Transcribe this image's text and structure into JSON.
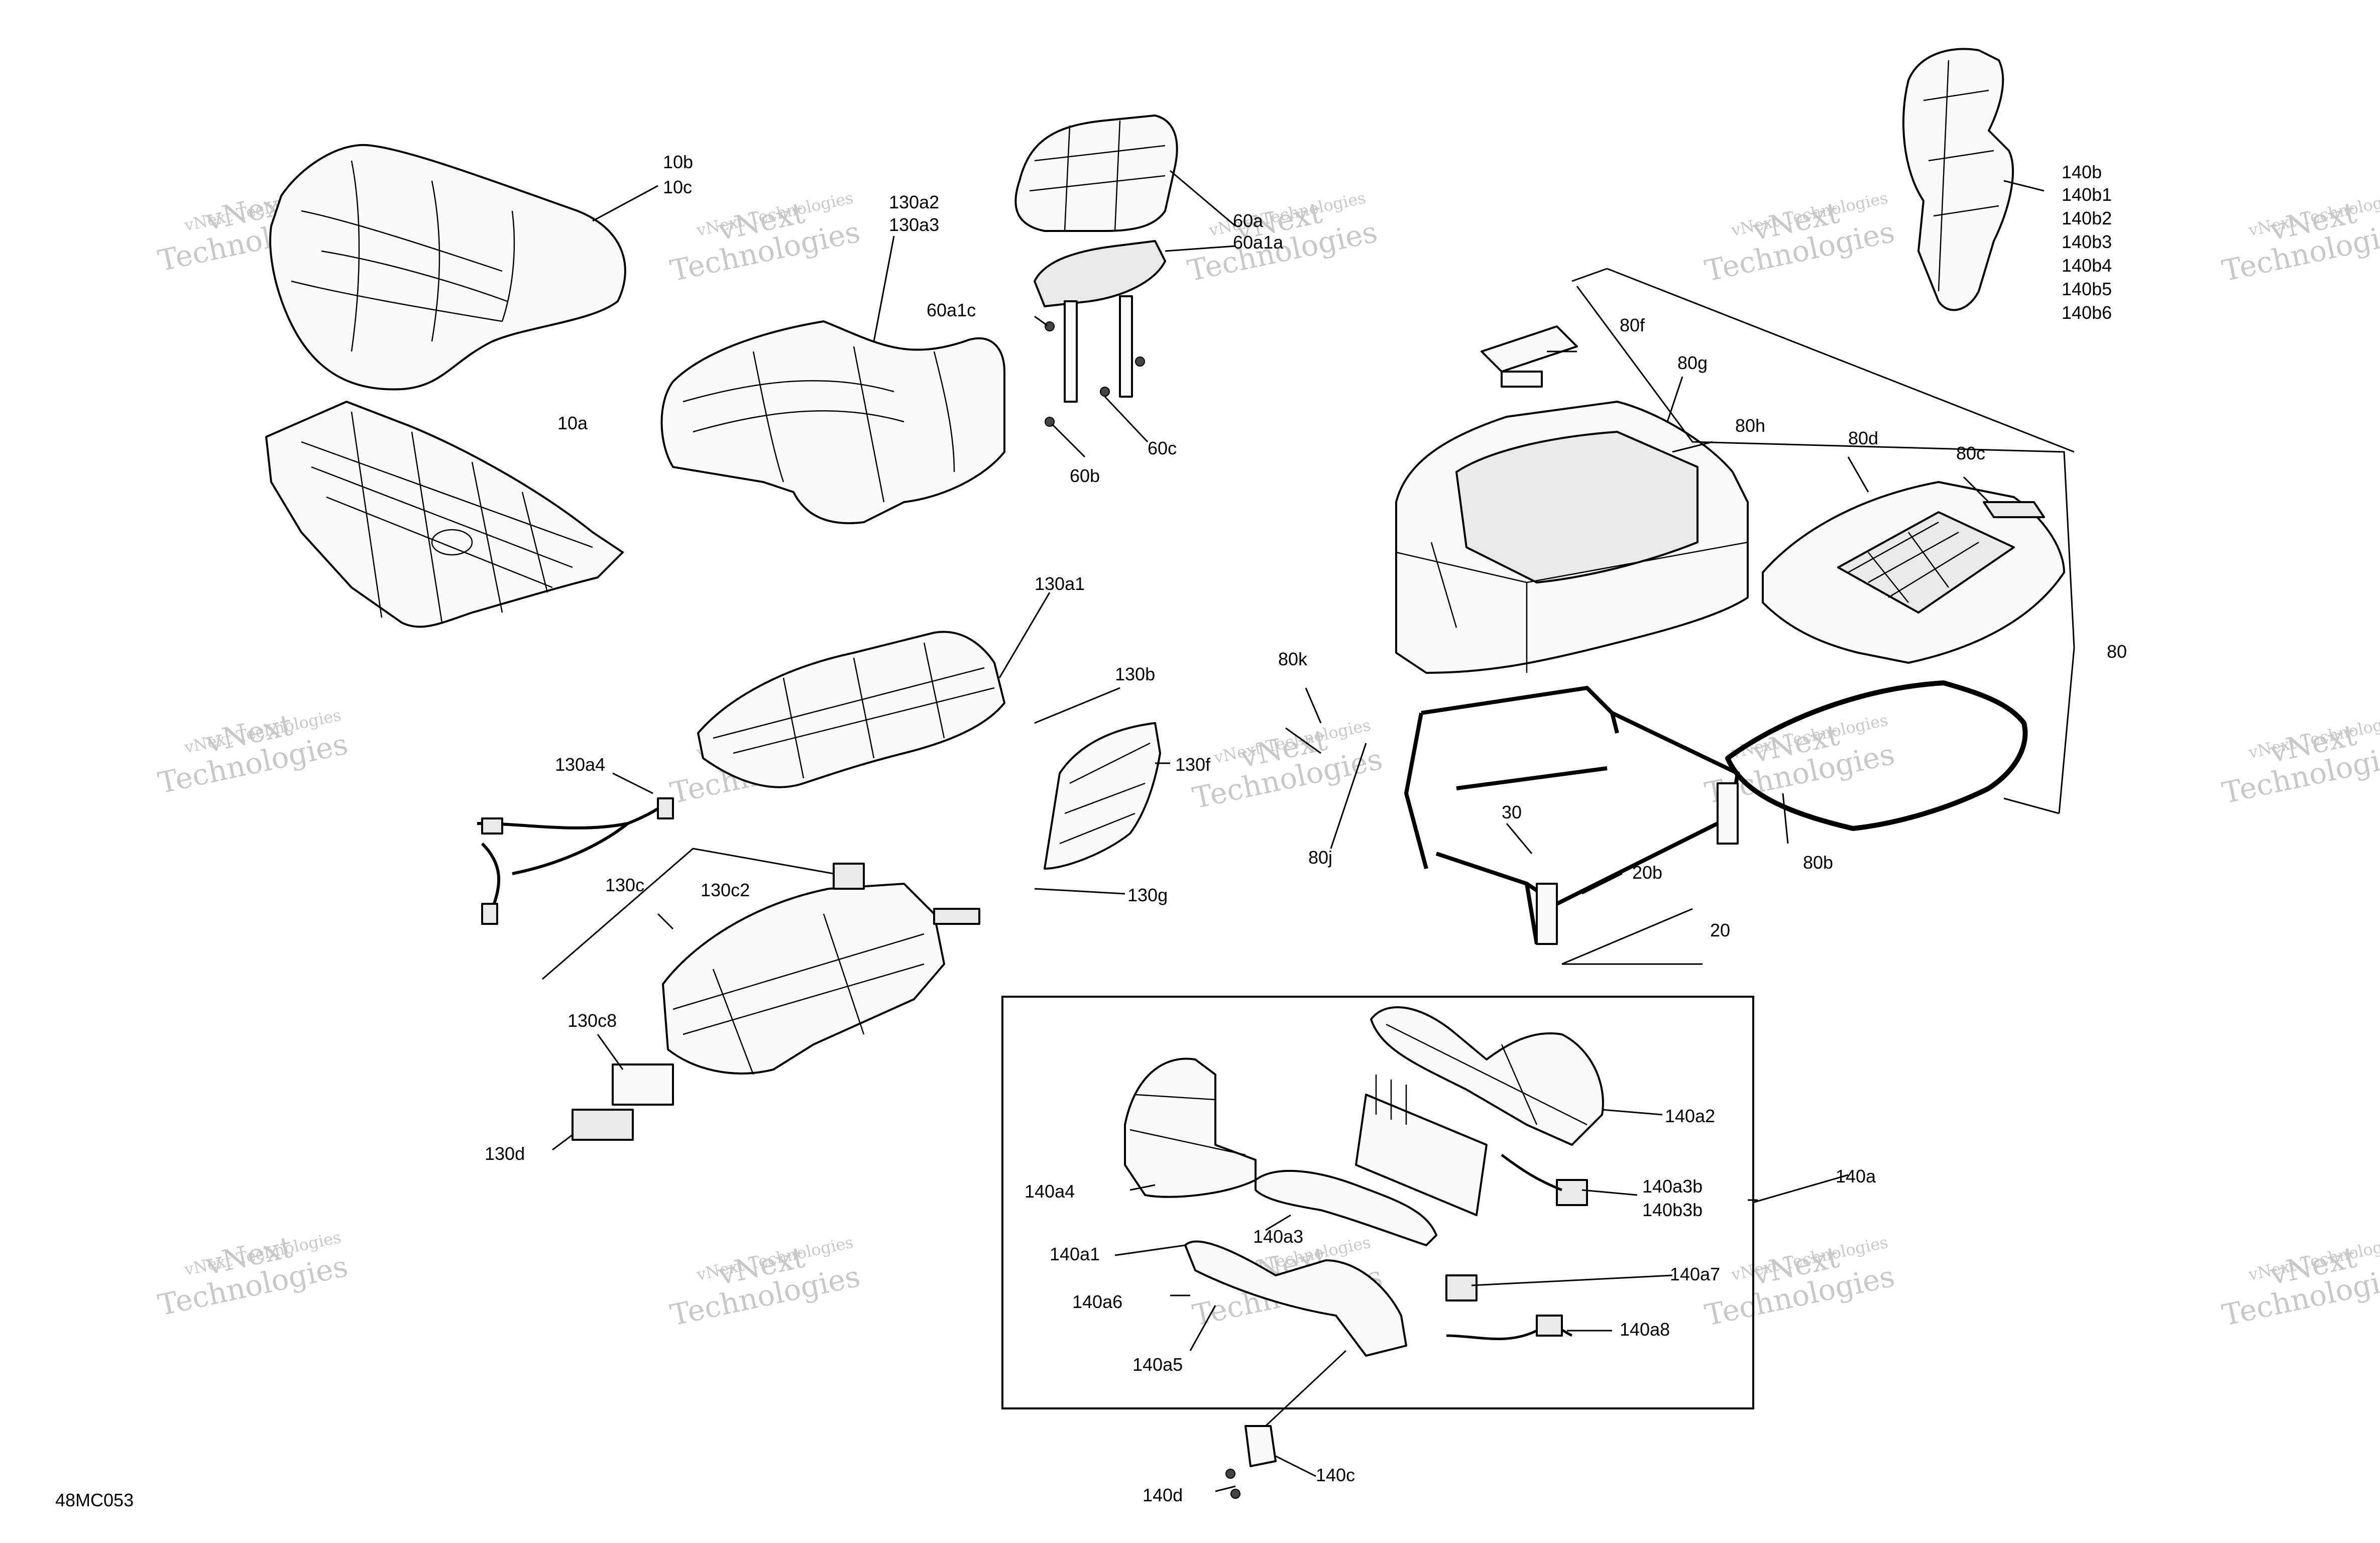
{
  "drawing_id": "48MC053",
  "watermark": {
    "line1": "vNext Technologies",
    "line2a": "vNext",
    "line2b": "Technologies"
  },
  "callouts": {
    "c10b": "10b",
    "c10c": "10c",
    "c10a": "10a",
    "c130a2": "130a2",
    "c130a3": "130a3",
    "c60a": "60a",
    "c60a1a": "60a1a",
    "c60a1c": "60a1c",
    "c60b": "60b",
    "c60c": "60c",
    "c140b": "140b",
    "c140b1": "140b1",
    "c140b2": "140b2",
    "c140b3": "140b3",
    "c140b4": "140b4",
    "c140b5": "140b5",
    "c140b6": "140b6",
    "c80f": "80f",
    "c80g": "80g",
    "c80h": "80h",
    "c80d": "80d",
    "c80c": "80c",
    "c80": "80",
    "c80k": "80k",
    "c80j": "80j",
    "c80b": "80b",
    "c130a1": "130a1",
    "c130b": "130b",
    "c130f": "130f",
    "c130g": "130g",
    "c130a4": "130a4",
    "c130c": "130c",
    "c130c2": "130c2",
    "c130c8": "130c8",
    "c130d": "130d",
    "c30": "30",
    "c20b": "20b",
    "c20": "20",
    "c140a2": "140a2",
    "c140a4": "140a4",
    "c140a3b": "140a3b",
    "c140b3b": "140b3b",
    "c140a": "140a",
    "c140a3": "140a3",
    "c140a1": "140a1",
    "c140a7": "140a7",
    "c140a6": "140a6",
    "c140a8": "140a8",
    "c140a5": "140a5",
    "c140c": "140c",
    "c140d": "140d"
  }
}
